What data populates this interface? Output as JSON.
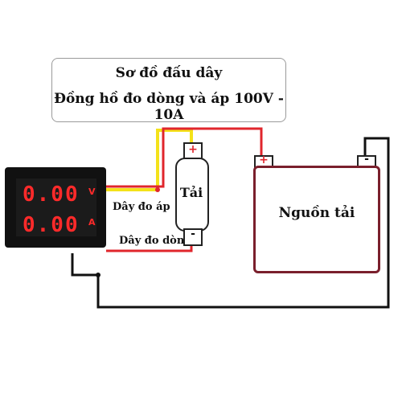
{
  "title": {
    "line1": "Sơ đồ đấu dây",
    "line2": "Đồng hồ đo dòng và áp 100V - 10A"
  },
  "meter": {
    "voltage_display": "0.00",
    "current_display": "0.00",
    "voltage_unit": "V",
    "current_unit": "A"
  },
  "wire_labels": {
    "voltage_wire": "Dây đo áp",
    "current_wire": "Dây đo dòng"
  },
  "load": {
    "label": "Tải",
    "positive": "+",
    "negative": "-"
  },
  "source": {
    "label": "Nguồn tải",
    "positive": "+",
    "negative": "-"
  },
  "colors": {
    "red_wire": "#e0262c",
    "yellow_wire": "#f4e21a",
    "black_wire": "#111111",
    "display_red": "#ff2a2a",
    "source_border": "#7a1f2c"
  }
}
